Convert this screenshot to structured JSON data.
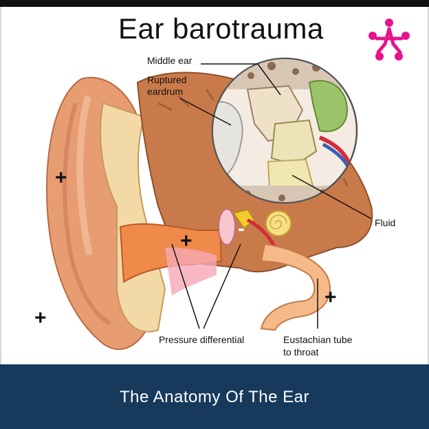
{
  "title": "Ear barotrauma",
  "labels": {
    "middle_ear": "Middle ear",
    "ruptured_eardrum_1": "Ruptured",
    "ruptured_eardrum_2": "eardrum",
    "fluid": "Fluid",
    "pressure_differential": "Pressure differential",
    "eustachian_1": "Eustachian tube",
    "eustachian_2": "to throat"
  },
  "pressure_signs": {
    "outer_ear": "+",
    "outside": "+",
    "ear_canal": "+",
    "middle_ear": "-",
    "eustachian": "+"
  },
  "footer": {
    "caption": "The Anatomy Of The Ear"
  },
  "logo": {
    "icon": "people-logo-icon",
    "color": "#e8128c"
  },
  "colors": {
    "footer_bg": "#173a5c",
    "skin": "#e9a67c",
    "tissue": "#c97a4a"
  }
}
